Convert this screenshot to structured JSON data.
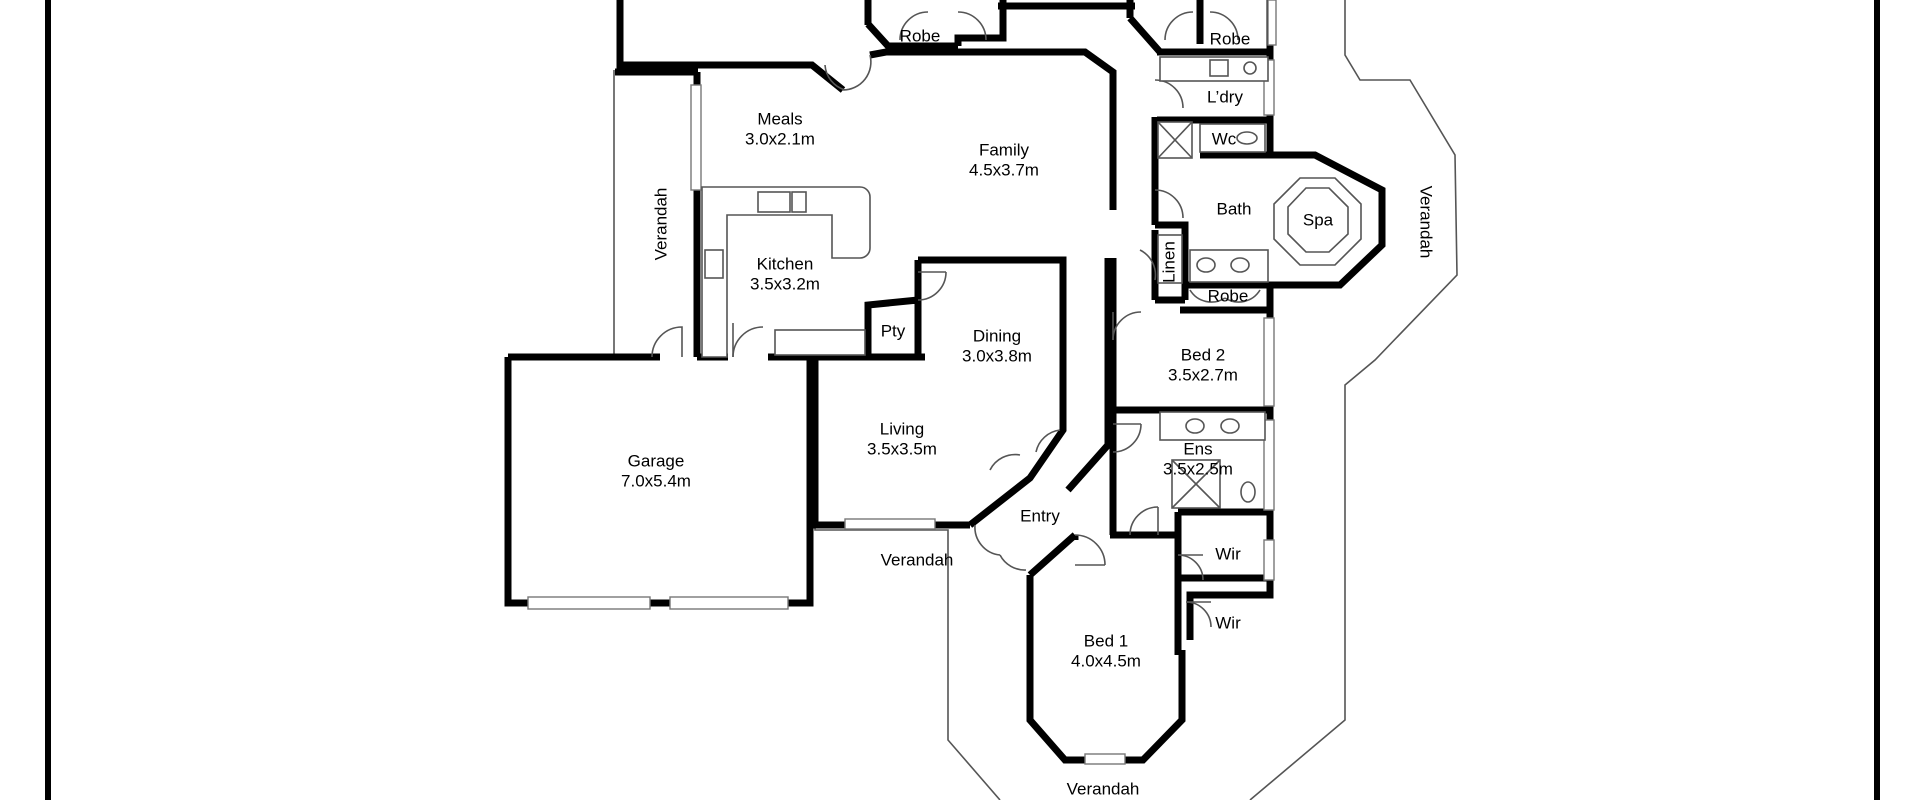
{
  "rooms": {
    "meals": {
      "name": "Meals",
      "size": "3.0x2.1m"
    },
    "family": {
      "name": "Family",
      "size": "4.5x3.7m"
    },
    "kitchen": {
      "name": "Kitchen",
      "size": "3.5x3.2m"
    },
    "dining": {
      "name": "Dining",
      "size": "3.0x3.8m"
    },
    "living": {
      "name": "Living",
      "size": "3.5x3.5m"
    },
    "garage": {
      "name": "Garage",
      "size": "7.0x5.4m"
    },
    "bed2": {
      "name": "Bed 2",
      "size": "3.5x2.7m"
    },
    "ens": {
      "name": "Ens",
      "size": "3.5x2.5m"
    },
    "bed1": {
      "name": "Bed 1",
      "size": "4.0x4.5m"
    }
  },
  "labels": {
    "robe_left": "Robe",
    "robe_right": "Robe",
    "robe_bed2": "Robe",
    "laundry": "L’dry",
    "wc": "Wc",
    "bath": "Bath",
    "spa": "Spa",
    "linen": "Linen",
    "pantry": "Pty",
    "entry": "Entry",
    "wir_upper": "Wir",
    "wir_lower": "Wir",
    "verandah_left": "Verandah",
    "verandah_right": "Verandah",
    "verandah_front": "Verandah",
    "verandah_bottom": "Verandah"
  }
}
